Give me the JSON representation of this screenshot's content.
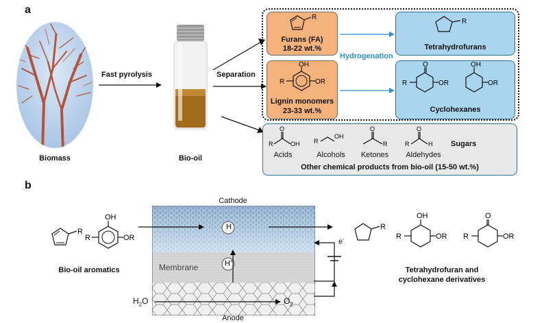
{
  "panel_a": {
    "letter": "a",
    "biomass_label": "Biomass",
    "fast_pyrolysis_label": "Fast pyrolysis",
    "bio_oil_label": "Bio-oil",
    "separation_label": "Separation",
    "furans_label": "Furans (FA)",
    "furans_yield": "18-22 wt.%",
    "lignin_label": "Lignin monomers",
    "lignin_yield": "23-33 wt.%",
    "hydrogenation_label": "Hydrogenation",
    "thf_label": "Tetrahydrofurans",
    "cyclohexanes_label": "Cyclohexanes",
    "acids_label": "Acids",
    "alcohols_label": "Alcohols",
    "ketones_label": "Ketones",
    "aldehydes_label": "Aldehydes",
    "sugars_label": "Sugars",
    "other_products_label": "Other chemical products from bio-oil (15-50 wt.%)"
  },
  "panel_b": {
    "letter": "b",
    "cathode_label": "Cathode",
    "membrane_label": "Membrane",
    "anode_label": "Anode",
    "h_label": "H",
    "hplus_label": "H",
    "hplus_sup": "+",
    "electron_label": "e",
    "electron_sup": "-",
    "h2o_label": "H",
    "h2o_sub": "2",
    "h2o_tail": "O",
    "o2_label": "O",
    "o2_sub": "2",
    "bio_oil_aromatics_label": "Bio-oil aromatics",
    "products_line1": "Tetrahydrofuran and",
    "products_line2": "cyclohexane derivatives"
  },
  "chem": {
    "R": "R",
    "OH": "OH",
    "OR": "OR",
    "H": "H",
    "O": "O"
  },
  "colors": {
    "orange_box": "#f5b27a",
    "blue_box": "#a9d5ef",
    "grey_box": "#e9e9e9",
    "hydrogenation_text": "#2e8fc9",
    "cathode_fill": "#9fbfdc",
    "membrane_fill": "#d8d8d8",
    "anode_fill": "#eeeeee"
  }
}
